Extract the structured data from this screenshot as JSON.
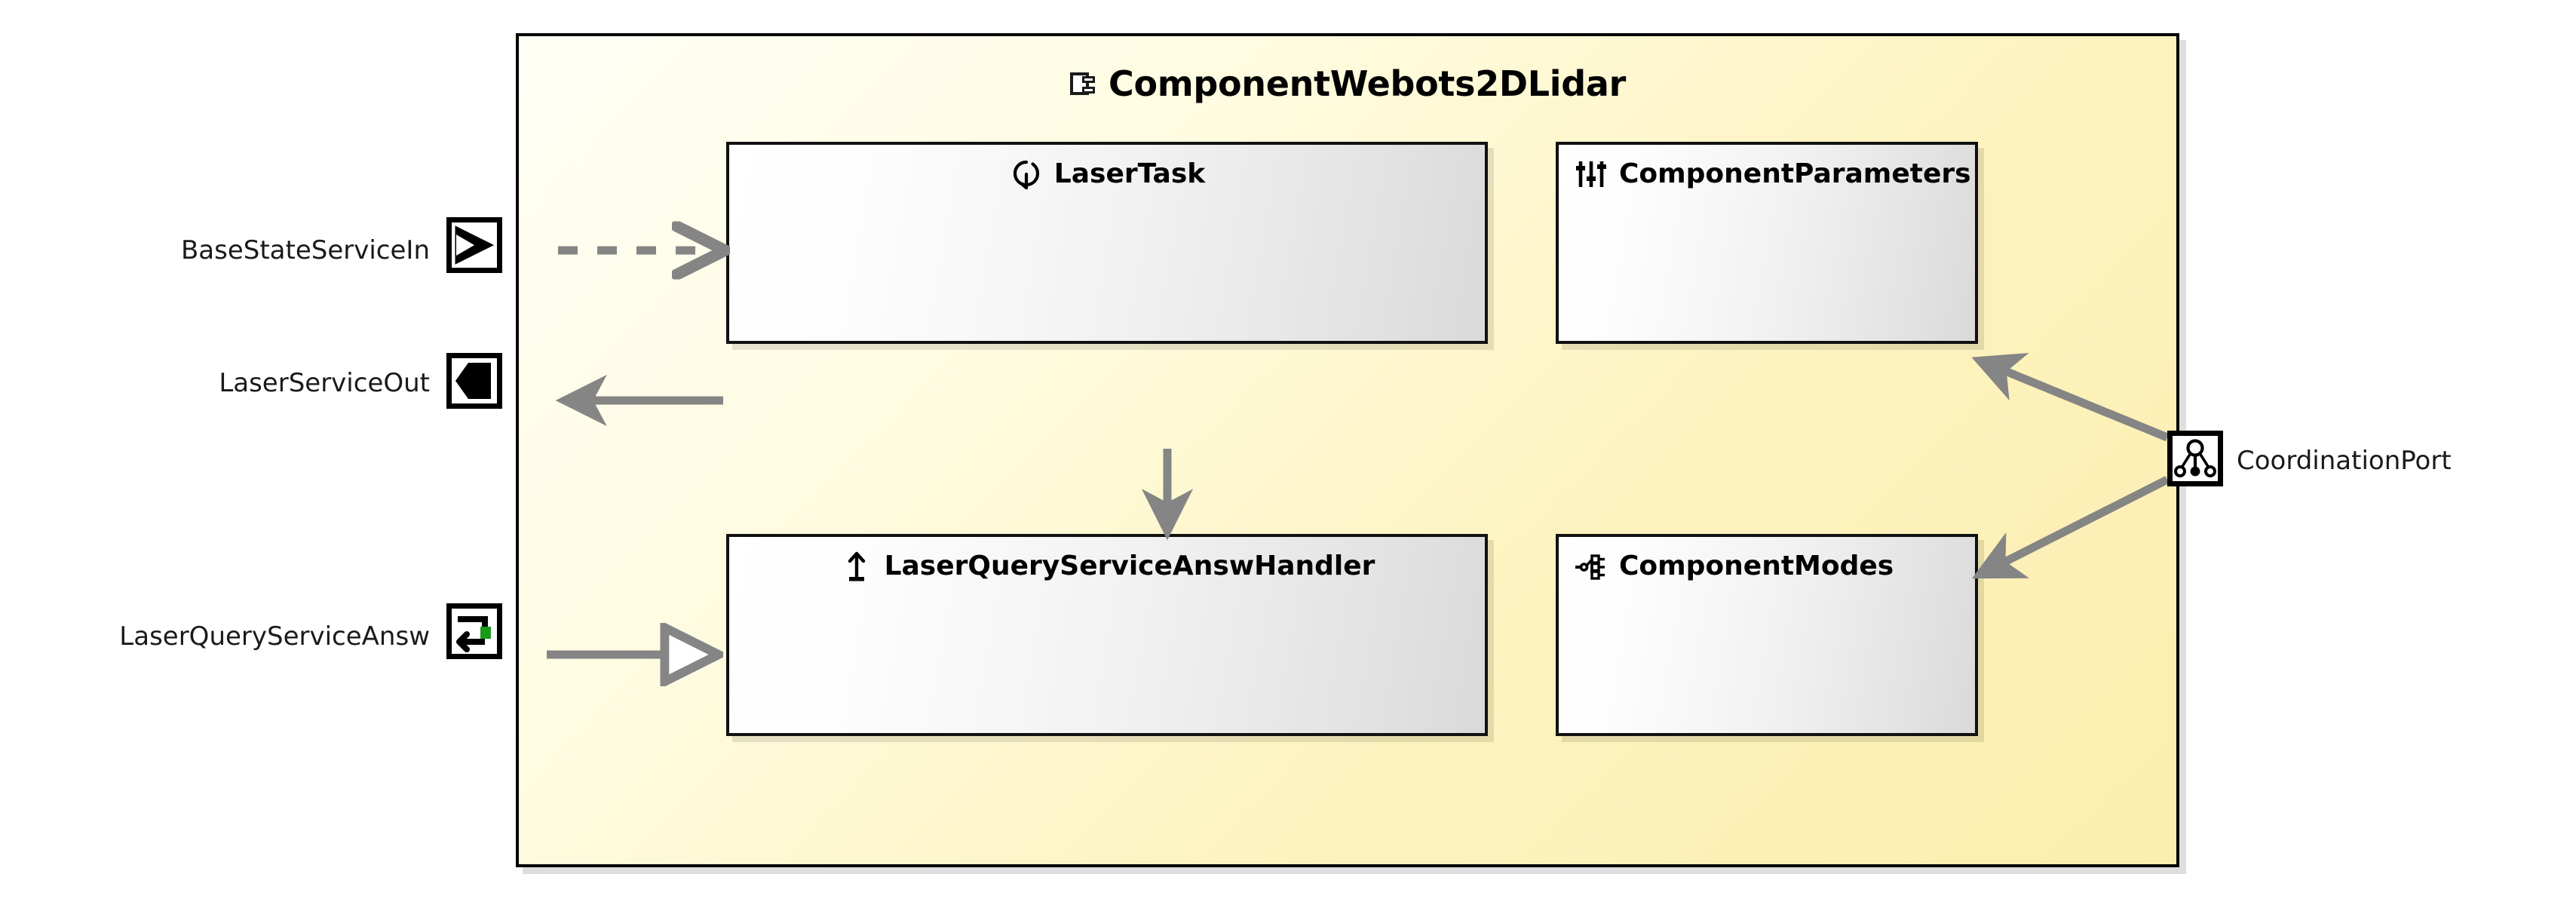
{
  "diagram": {
    "type": "uml-component-diagram",
    "component": {
      "name": "ComponentWebots2DLidar",
      "icon": "uml-component-icon",
      "fill_color": "#fdf3c0",
      "border_color": "#000000"
    },
    "inner_elements": [
      {
        "id": "laser-task",
        "label": "LaserTask",
        "icon": "task-cycle-icon",
        "icon_semantic": "circular-arrow-task",
        "title_align": "center"
      },
      {
        "id": "component-parameters",
        "label": "ComponentParameters",
        "icon": "sliders-icon",
        "icon_semantic": "parameter-sliders",
        "title_align": "left",
        "wraps": true
      },
      {
        "id": "laser-query-service-answ-handler",
        "label": "LaserQueryServiceAnswHandler",
        "icon": "up-arrow-icon",
        "icon_semantic": "upward-arrow-handler",
        "title_align": "center"
      },
      {
        "id": "component-modes",
        "label": "ComponentModes",
        "icon": "state-tree-icon",
        "icon_semantic": "mode-state-tree",
        "title_align": "left"
      }
    ],
    "ports": [
      {
        "id": "base-state-service-in",
        "label": "BaseStateServiceIn",
        "icon": "input-port-icon",
        "icon_semantic": "concave-right-arrow-input",
        "side": "left"
      },
      {
        "id": "laser-service-out",
        "label": "LaserServiceOut",
        "icon": "output-port-icon",
        "icon_semantic": "solid-left-pentagon-output",
        "side": "left"
      },
      {
        "id": "laser-query-service-answ",
        "label": "LaserQueryServiceAnsw",
        "icon": "query-answer-port-icon",
        "icon_semantic": "loop-arrows-with-green-marker",
        "accent_color": "#1a9a1a",
        "side": "left"
      },
      {
        "id": "coordination-port",
        "label": "CoordinationPort",
        "icon": "coordination-port-icon",
        "icon_semantic": "hierarchy-tree-node",
        "side": "right"
      }
    ],
    "connections": [
      {
        "id": "conn-basestate-to-lasertask",
        "from": "base-state-service-in",
        "to": "laser-task",
        "style": "dashed",
        "arrowhead": "open",
        "color": "#808080"
      },
      {
        "id": "conn-lasertask-to-laserserviceout",
        "from": "laser-task",
        "to": "laser-service-out",
        "style": "solid",
        "arrowhead": "filled",
        "color": "#808080"
      },
      {
        "id": "conn-lasertask-to-handler",
        "from": "laser-task",
        "to": "laser-query-service-answ-handler",
        "style": "solid",
        "arrowhead": "filled",
        "color": "#808080"
      },
      {
        "id": "conn-handler-to-queryport",
        "from": "laser-query-service-answ-handler",
        "to": "laser-query-service-answ",
        "style": "solid",
        "arrowhead": "hollow-triangle",
        "color": "#808080"
      },
      {
        "id": "conn-coordport-to-parameters",
        "from": "coordination-port",
        "to": "component-parameters",
        "style": "solid",
        "arrowhead": "filled",
        "color": "#808080"
      },
      {
        "id": "conn-coordport-to-modes",
        "from": "coordination-port",
        "to": "component-modes",
        "style": "solid",
        "arrowhead": "filled",
        "color": "#808080"
      }
    ]
  }
}
